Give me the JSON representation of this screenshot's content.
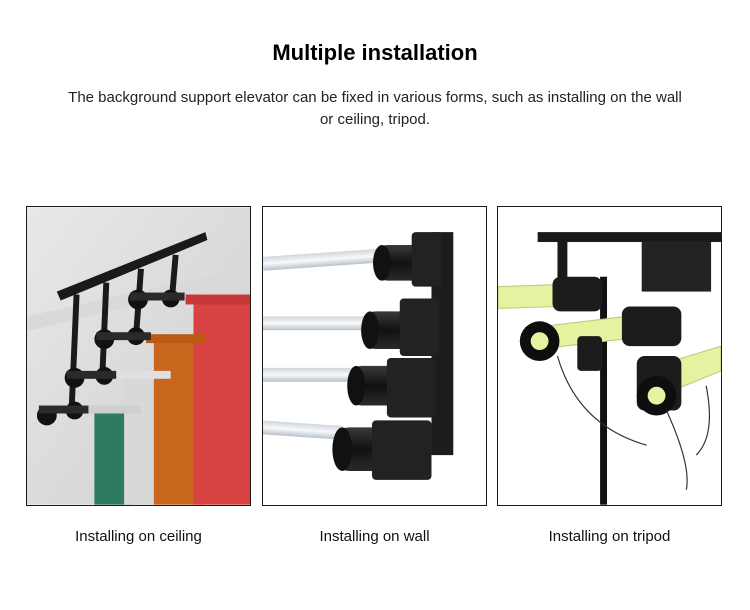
{
  "header": {
    "title": "Multiple installation",
    "description": "The background support elevator can be fixed in various forms, such as installing on the wall or ceiling, tripod."
  },
  "panels": [
    {
      "caption": "Installing on ceiling",
      "image": "ceiling-mount-photo",
      "backdrop_colors": [
        "#2e7a62",
        "#d8d8d8",
        "#c8661e",
        "#d84242"
      ]
    },
    {
      "caption": "Installing on wall",
      "image": "wall-mount-photo"
    },
    {
      "caption": "Installing on tripod",
      "image": "tripod-mount-photo",
      "accent": "#e5f2a0"
    }
  ]
}
